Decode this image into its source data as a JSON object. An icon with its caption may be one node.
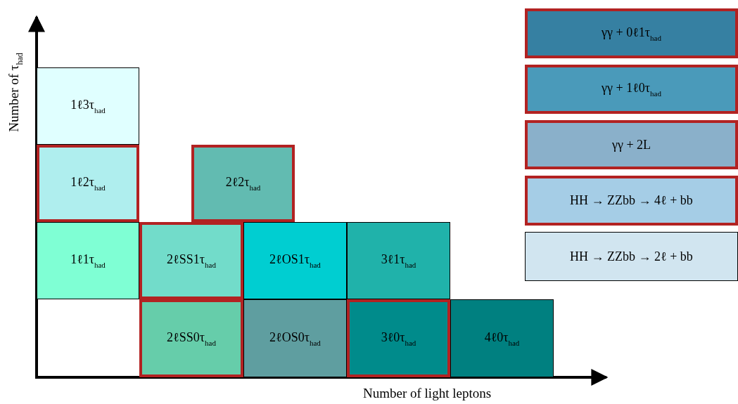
{
  "diagram": {
    "nodes": [
      {
        "text": [
          "1ℓ3τ$_{had}$"
        ]
      },
      {
        "text": [
          "1ℓ2τ$_{had}$"
        ]
      },
      {
        "text": [
          "2ℓ2τ$_{had}$"
        ]
      },
      {
        "text": [
          "1ℓ1τ$_{had}$"
        ]
      },
      {
        "text": [
          "2ℓSS1τ$_{had}$"
        ]
      },
      {
        "text": [
          "2ℓOS1τ$_{had}$"
        ]
      },
      {
        "text": [
          "3ℓ1τ$_{had}$"
        ]
      },
      {
        "text": [
          "2ℓSS0τ$_{had}$"
        ]
      },
      {
        "text": [
          "2ℓOS0τ$_{had}$"
        ]
      },
      {
        "text": [
          "3ℓ0τ$_{had}$"
        ]
      },
      {
        "text": [
          "4ℓ0τ$_{had}$"
        ]
      },
      {
        "text": [
          "γγ + 0ℓ1τ$_{had}$"
        ]
      },
      {
        "text": [
          "γγ + 1ℓ0τ$_{had}$"
        ]
      },
      {
        "text": [
          "γγ + 2L"
        ]
      },
      {
        "text": [
          "HH → ZZbb → 4ℓ + bb"
        ]
      },
      {
        "text": [
          "HH → ZZbb → 2ℓ + bb"
        ]
      }
    ],
    "labels": [
      "Number of τ$_{had}$",
      "Number of light leptons"
    ]
  }
}
